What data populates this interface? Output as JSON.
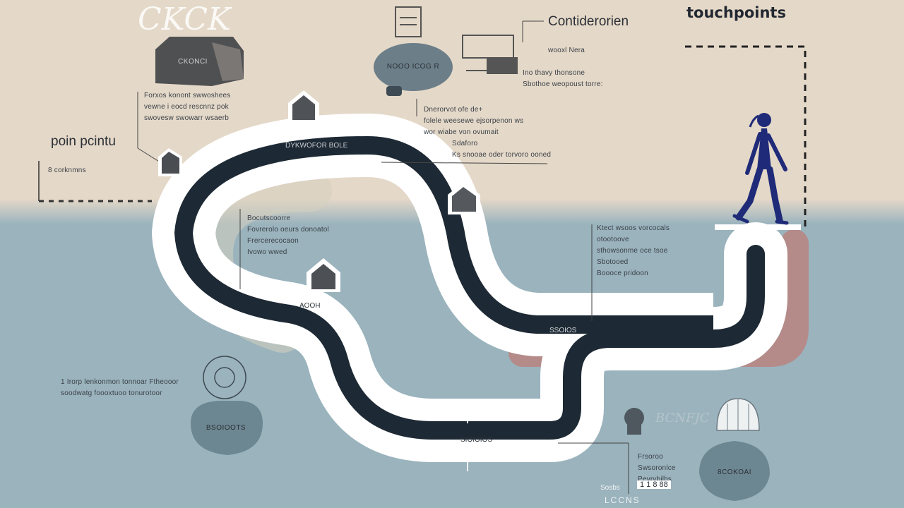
{
  "headings": {
    "touchpoints": "touchpoints",
    "consideration": "Contiderorien",
    "pain_points": "poin pcintu",
    "top_left_logo": "CKCK"
  },
  "badges": {
    "top_left": "CKONCI",
    "top_mid": "NOOO ICOG R",
    "bottom_left": "BSOIOOTS",
    "bottom_right": "8COKOAI"
  },
  "path_labels": {
    "top": "DYKWOFOR BOLE",
    "middle": "AOOH",
    "right": "SSOIOS",
    "bottom": "SIOIOIOS"
  },
  "note_blocks": {
    "left_upper": [
      "Forxos konont swwoshees",
      "vewne i eocd rescnnz pok",
      "swovesw swowarr wsaerb"
    ],
    "left_small": "8 corknmns",
    "mid_top_small": "wooxl Nera",
    "mid_top_right": [
      "Ino thavy thonsone",
      "Sbothoe weopoust torre:"
    ],
    "center_top": [
      "Dnerorvot ofe de+",
      "folele weesewe ejsorpenon ws",
      "wor wiabe von  ovumait",
      "Sdaforo",
      "Ks snooae oder torvoro ooned"
    ],
    "inner_loop": [
      "Bocutscoorre",
      "Fovrerolo oeurs donoatol",
      "Frercerecocaon",
      "Ivowo wwed"
    ],
    "right_mid": [
      "Ktect wsoos vorcocals",
      "otootoove",
      "sthowsonme oce tsoe",
      "Sbotooed",
      "Boooce pridoon"
    ],
    "bottom_left": [
      "1 Irorp lenkonmon tonnoar Ftheooor",
      "soodwatg foooxtuoo tonurotoor"
    ],
    "bottom_right": [
      "Frsoroo",
      "Swsoronlce",
      "Pevrvbilbs"
    ],
    "bottom_tag": "1 1 8 88",
    "bottom_small": "Sosbs",
    "bottom_faded": "BCNFJC",
    "bottom_brand": "LCCNS"
  },
  "colors": {
    "background_top": "#e4d8c8",
    "background_bottom": "#9ab3bd",
    "road": "#1d2934",
    "road_border": "#ffffff",
    "shadow_red": "#b98480",
    "badge": "#6c7e88",
    "figure": "#1f2a78"
  },
  "icons": [
    "house-icon",
    "walking-person-icon",
    "laptop-icon",
    "head-icon",
    "dome-icon"
  ]
}
